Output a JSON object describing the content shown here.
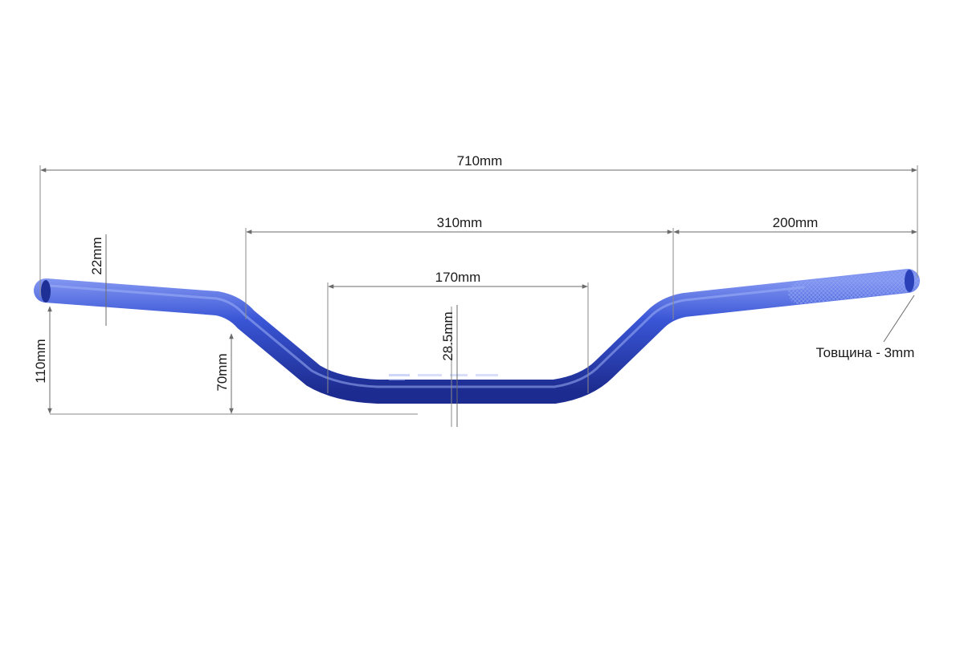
{
  "colors": {
    "bar_main": "#2f49c9",
    "bar_dark": "#1c2b8f",
    "bar_highlight": "#7f93f0",
    "dimension_line": "#6b6b6b",
    "text": "#1a1a1a"
  },
  "dimensions": {
    "overall_width": "710mm",
    "center_section_width": "310mm",
    "end_section_width": "200mm",
    "bottom_flat_width": "170mm",
    "clamp_diameter": "28.5mm",
    "end_tube_diameter": "22mm",
    "total_rise": "110mm",
    "bend_rise": "70mm"
  },
  "wall_thickness_label": "Товщина - 3mm"
}
